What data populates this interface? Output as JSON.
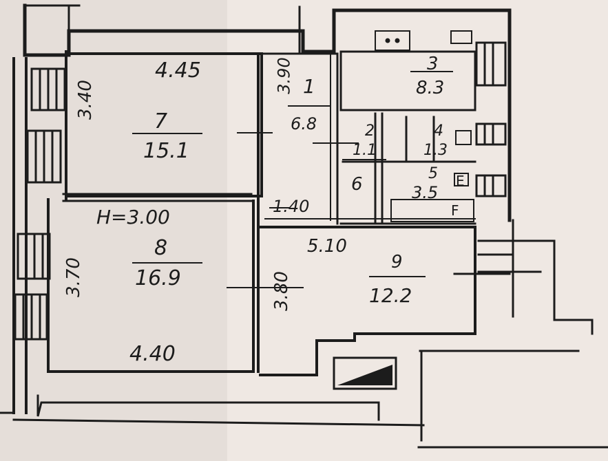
{
  "plan": {
    "ceiling_height": "H=3.00",
    "rooms": [
      {
        "id": "room-1",
        "number": "1",
        "area": "6.8"
      },
      {
        "id": "room-2",
        "number": "2",
        "area": "1.1"
      },
      {
        "id": "room-3",
        "number": "3",
        "area": "8.3"
      },
      {
        "id": "room-4",
        "number": "4",
        "area": "1.3"
      },
      {
        "id": "room-5",
        "number": "5",
        "area": "3.5"
      },
      {
        "id": "room-6",
        "number": "6",
        "area": ""
      },
      {
        "id": "room-7",
        "number": "7",
        "area": "15.1"
      },
      {
        "id": "room-8",
        "number": "8",
        "area": "16.9"
      },
      {
        "id": "room-9",
        "number": "9",
        "area": "12.2"
      }
    ],
    "dimensions": {
      "top_room7": "4.45",
      "side_room7": "3.40",
      "side_room8": "3.70",
      "bottom_room8": "4.40",
      "room9_width": "5.10",
      "room9_depth": "3.80",
      "hall_depth": "3.90",
      "hall_width": "1.40"
    },
    "fixture_marks": {
      "sink": "E",
      "toilet": "F"
    }
  }
}
